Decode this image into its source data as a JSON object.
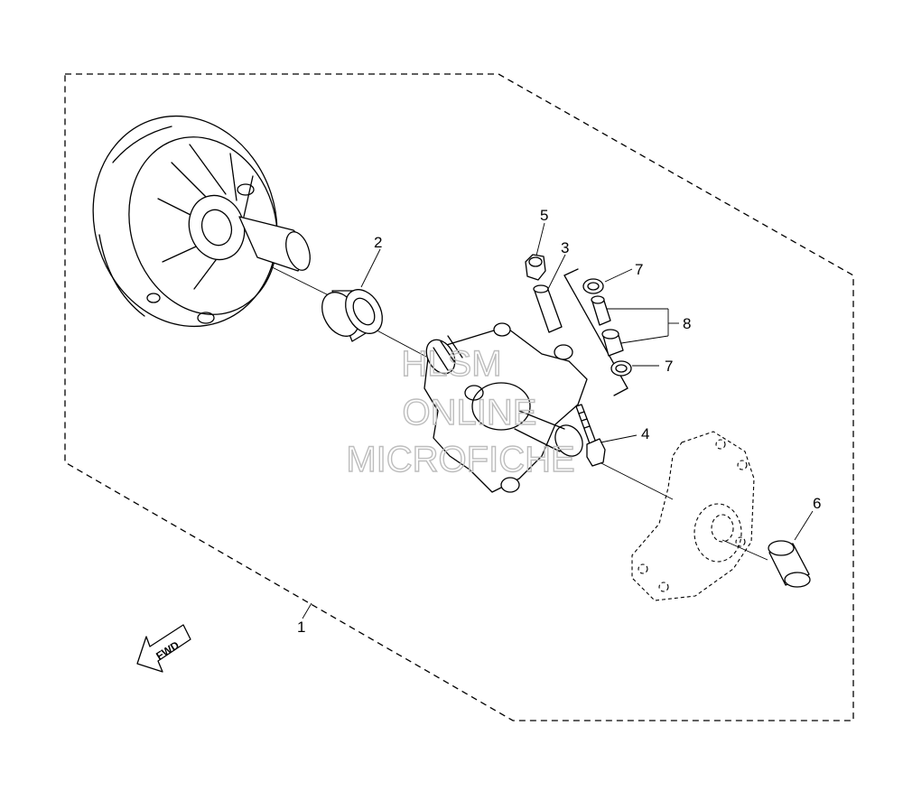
{
  "callouts": {
    "c1": "1",
    "c2": "2",
    "c3": "3",
    "c4": "4",
    "c5": "5",
    "c6": "6",
    "c7a": "7",
    "c7b": "7",
    "c8": "8"
  },
  "direction_label": "FWD",
  "watermark": {
    "line1": "HLSM",
    "line2": "ONLINE",
    "line3": "MICROFICHE"
  }
}
